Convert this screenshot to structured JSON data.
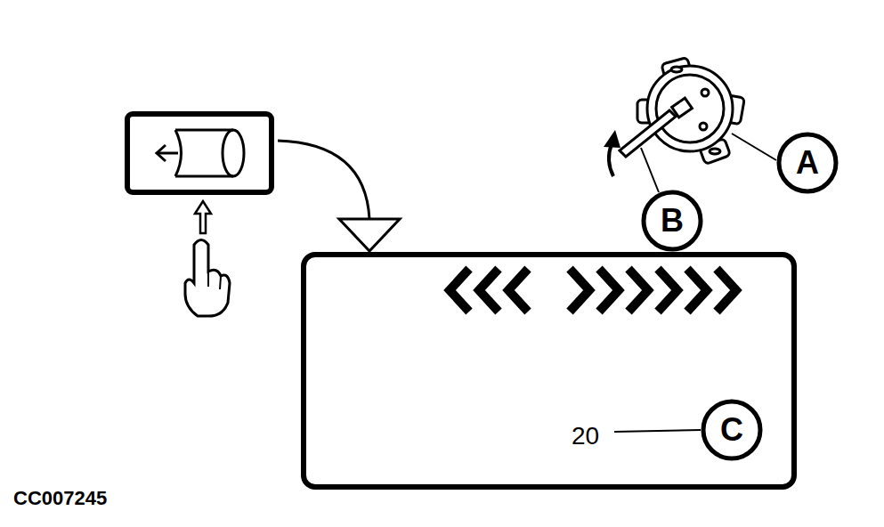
{
  "diagram": {
    "nodes": [
      {
        "text": [
          "A"
        ]
      },
      {
        "text": [
          "B"
        ]
      },
      {
        "text": [
          "20"
        ]
      },
      {
        "text": [
          "C"
        ],
        "in": 2
      }
    ],
    "labels": [
      "CC007245"
    ]
  }
}
